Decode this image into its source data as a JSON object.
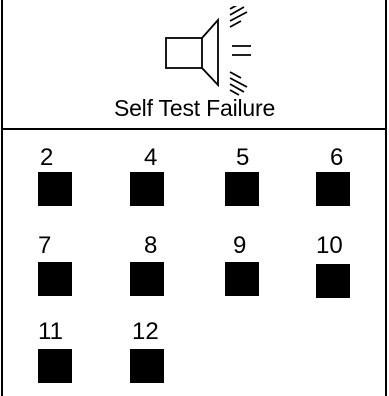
{
  "title": "Self Test Failure",
  "icons": {
    "alert": "speaker-sound-icon"
  },
  "beeps": [
    {
      "label": "2"
    },
    {
      "label": "4"
    },
    {
      "label": "5"
    },
    {
      "label": "6"
    },
    {
      "label": "7"
    },
    {
      "label": "8"
    },
    {
      "label": "9"
    },
    {
      "label": "10"
    },
    {
      "label": "11"
    },
    {
      "label": "12"
    }
  ],
  "colors": {
    "line": "#000000",
    "background": "#ffffff"
  }
}
